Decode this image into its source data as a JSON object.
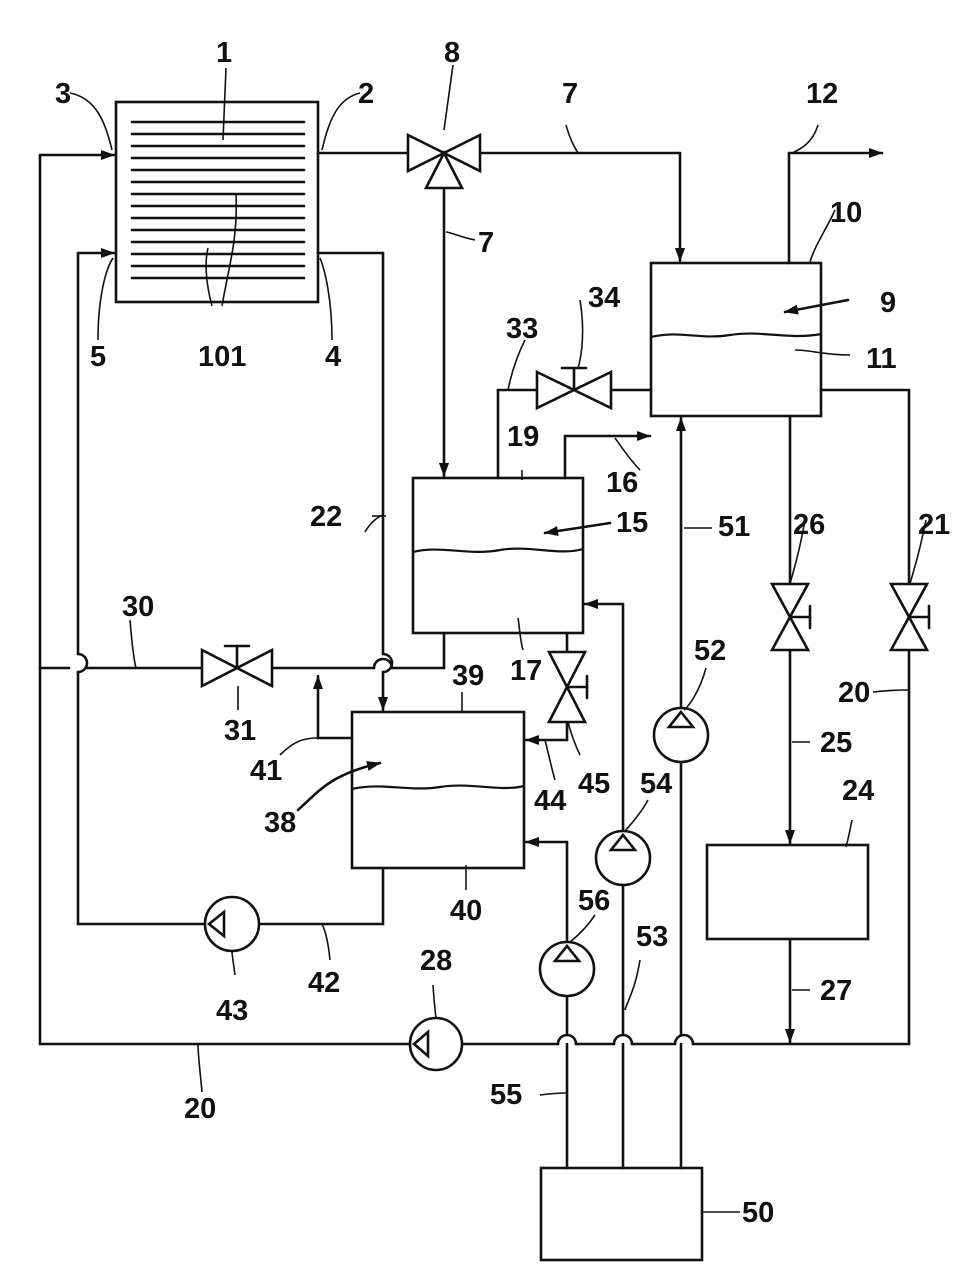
{
  "labels": {
    "l1": "1",
    "l2": "2",
    "l3": "3",
    "l4": "4",
    "l5": "5",
    "l7a": "7",
    "l7b": "7",
    "l8": "8",
    "l9": "9",
    "l10": "10",
    "l11": "11",
    "l12": "12",
    "l15": "15",
    "l16": "16",
    "l17": "17",
    "l19": "19",
    "l20a": "20",
    "l20b": "20",
    "l21": "21",
    "l22": "22",
    "l24": "24",
    "l25": "25",
    "l26": "26",
    "l27": "27",
    "l28": "28",
    "l30": "30",
    "l31": "31",
    "l33": "33",
    "l34": "34",
    "l38": "38",
    "l39": "39",
    "l40": "40",
    "l41": "41",
    "l42": "42",
    "l43": "43",
    "l44": "44",
    "l45": "45",
    "l50": "50",
    "l51": "51",
    "l52": "52",
    "l53": "53",
    "l54": "54",
    "l55": "55",
    "l56": "56",
    "l101": "101"
  }
}
